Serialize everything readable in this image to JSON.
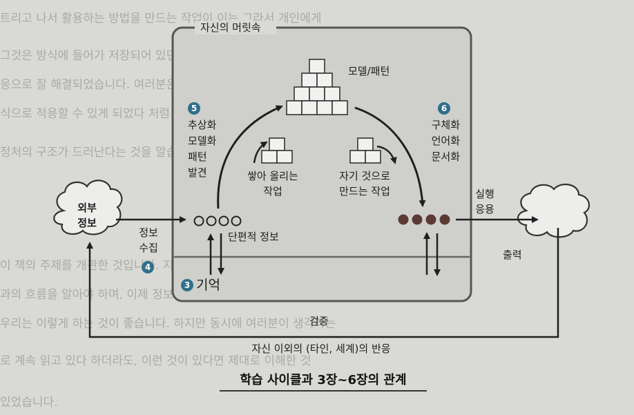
{
  "background_text": [
    "트리고 나서 활용하는 방법을 만드는 작업이 이는 그라서 개인에게",
    "그것은 방식에 들어가 저장되어 있던 정보를 꺼내 쓸 수 있는 거리",
    "응으로 잘 해결되었습니다. 여러분은 도를 정리가 잘 되고, 실생활",
    "식으로 적용할 수 있게 되었다 처럼 시간이 지나서 있어서 종합적",
    "정처의 구조가 드러난다는 것을 알습니다",
    "이 책의 주제를 개관한 것입니다. 지금 이 책에서 필요한 것은",
    "과의 흐름을 알아야 하며, 이제 정보를 입수하고, 정보를 실천으로",
    "우리는 이렇게 하는 것이 좋습니다. 하지만 동시에 여러분이 생각하는",
    "로 계속 읽고 있다 하더라도, 이런 것이 있다면 제대로 이해한 것",
    "있었습니다."
  ],
  "diagram": {
    "mind_box_label": "자신의 머릿속",
    "external_info": "외부\n정보",
    "collect_label": "정보\n수집",
    "pattern_label": "모델/패턴",
    "abstract_list": "추상화\n모델화\n패턴\n발견",
    "concrete_list": "구체화\n언어화\n문서화",
    "stack_label": "쌓아 올리는\n작업",
    "own_label": "자기 것으로\n만드는 작업",
    "fragment_label": "단편적 정보",
    "memory_label": "기억",
    "apply_label": "실행\n응용",
    "output_label": "출력",
    "verify_label": "검증",
    "reaction_label": "자신 이외의 (타인, 세계)의 반응",
    "badges": {
      "b3": "3",
      "b4": "4",
      "b5": "5",
      "b6": "6"
    },
    "colors": {
      "line": "#1f1f1f",
      "badge": "#2f6f8a",
      "dot_filled": "#5a3a33"
    }
  },
  "caption": "학습 사이클과 3장~6장의 관계"
}
